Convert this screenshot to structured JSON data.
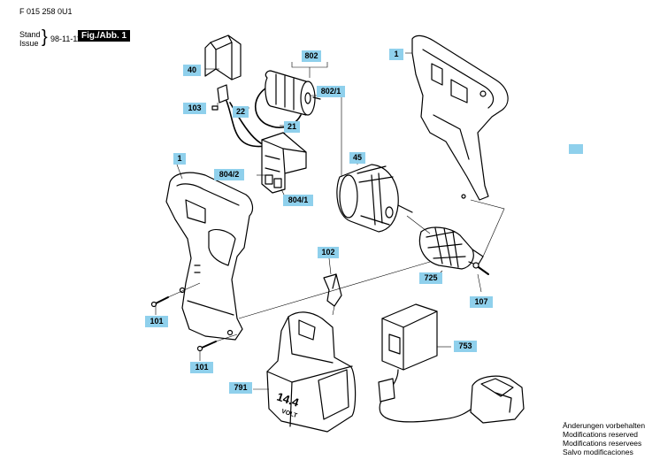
{
  "header": {
    "part_number": "F 015 258 0U1",
    "stand_label": "Stand",
    "issue_label": "Issue",
    "brace": "}",
    "date": "98-11-11",
    "figure_label": "Fig./Abb. 1"
  },
  "callouts": [
    {
      "id": "40",
      "label": "40"
    },
    {
      "id": "802",
      "label": "802"
    },
    {
      "id": "802-1",
      "label": "802/1"
    },
    {
      "id": "1-top",
      "label": "1"
    },
    {
      "id": "103",
      "label": "103"
    },
    {
      "id": "22",
      "label": "22"
    },
    {
      "id": "21",
      "label": "21"
    },
    {
      "id": "1-left",
      "label": "1"
    },
    {
      "id": "804-2",
      "label": "804/2"
    },
    {
      "id": "804-1",
      "label": "804/1"
    },
    {
      "id": "45",
      "label": "45"
    },
    {
      "id": "102",
      "label": "102"
    },
    {
      "id": "725",
      "label": "725"
    },
    {
      "id": "107",
      "label": "107"
    },
    {
      "id": "101-a",
      "label": "101"
    },
    {
      "id": "101-b",
      "label": "101"
    },
    {
      "id": "753",
      "label": "753"
    },
    {
      "id": "791",
      "label": "791"
    }
  ],
  "battery_label": {
    "voltage": "14.4",
    "unit": "VOLT"
  },
  "accent_color": "#8fd0ec",
  "notes": [
    "Änderungen vorbehalten",
    "Modifications reserved",
    "Modifications reservees",
    "Salvo modificaciones"
  ]
}
